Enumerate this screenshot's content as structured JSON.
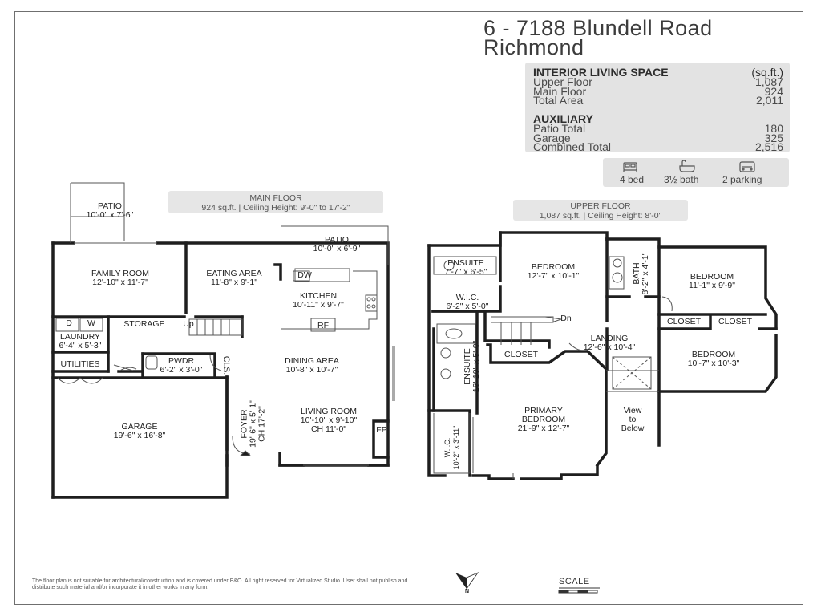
{
  "header": {
    "title_line1": "6 - 7188 Blundell Road",
    "title_line2": "Richmond"
  },
  "area_table": {
    "interior_heading": "INTERIOR LIVING SPACE",
    "unit": "(sq.ft.)",
    "interior_rows": [
      {
        "label": "Upper Floor",
        "value": "1,087"
      },
      {
        "label": "Main Floor",
        "value": "924"
      },
      {
        "label": "Total Area",
        "value": "2,011"
      }
    ],
    "auxiliary_heading": "AUXILIARY",
    "auxiliary_rows": [
      {
        "label": "Patio Total",
        "value": "180"
      },
      {
        "label": "Garage",
        "value": "325"
      },
      {
        "label": "Combined Total",
        "value": "2,516"
      }
    ]
  },
  "amenities": {
    "bed": "4 bed",
    "bath": "3½ bath",
    "parking": "2 parking",
    "bed_icon": "bed-icon",
    "bath_icon": "bathtub-icon",
    "parking_icon": "car-icon"
  },
  "main_floor": {
    "title": "MAIN FLOOR",
    "subtitle": "924 sq.ft. | Ceiling Height: 9'-0\" to 17'-2\"",
    "rooms": {
      "patio_left": {
        "name": "PATIO",
        "dims": "10'-0\" x 7'-6\""
      },
      "patio_right": {
        "name": "PATIO",
        "dims": "10'-0\" x 6'-9\""
      },
      "family_room": {
        "name": "FAMILY ROOM",
        "dims": "12'-10\" x 11'-7\""
      },
      "eating_area": {
        "name": "EATING AREA",
        "dims": "11'-8\" x 9'-1\""
      },
      "kitchen": {
        "name": "KITCHEN",
        "dims": "10'-11\" x 9'-7\""
      },
      "dw": "DW",
      "rf": "RF",
      "laundry": {
        "name": "LAUNDRY",
        "dims": "6'-4\" x 5'-3\""
      },
      "washer": "D",
      "dryer": "W",
      "storage": "STORAGE",
      "up": "Up",
      "utilities": "UTILITIES",
      "pwdr": {
        "name": "PWDR",
        "dims": "6'-2\" x 3'-0\""
      },
      "cls": "CLS.",
      "dining": {
        "name": "DINING AREA",
        "dims": "10'-8\" x 10'-7\""
      },
      "garage": {
        "name": "GARAGE",
        "dims": "19'-6\" x 16'-8\""
      },
      "foyer": {
        "name": "FOYER",
        "dims": "19'-6\" x 5'-1\"",
        "ceiling": "CH 17'-2\""
      },
      "living": {
        "name": "LIVING ROOM",
        "dims": "10'-10\" x 9'-10\"",
        "ceiling": "CH 11'-0\""
      },
      "fp": "FP"
    }
  },
  "upper_floor": {
    "title": "UPPER FLOOR",
    "subtitle": "1,087 sq.ft. | Ceiling Height: 8'-0\"",
    "rooms": {
      "ensuite_top": {
        "name": "ENSUITE",
        "dims": "7'-7\" x 6'-5\""
      },
      "bedroom_center": {
        "name": "BEDROOM",
        "dims": "12'-7\" x 10'-1\""
      },
      "bath": {
        "name": "BATH",
        "dims": "8'-2\" x 4'-1\""
      },
      "bedroom_right_top": {
        "name": "BEDROOM",
        "dims": "11'-1\" x 9'-9\""
      },
      "wic_top": {
        "name": "W.I.C.",
        "dims": "6'-2\" x 5'-0\""
      },
      "dn": "Dn",
      "closet_1": "CLOSET",
      "closet_2": "CLOSET",
      "landing": {
        "name": "LANDING",
        "dims": "12'-6\" x 10'-4\""
      },
      "closet_3": "CLOSET",
      "bedroom_right_bottom": {
        "name": "BEDROOM",
        "dims": "10'-7\" x 10'-3\""
      },
      "ensuite_side": {
        "name": "ENSUITE",
        "dims": "16'-10\" x 5'-0\""
      },
      "primary": {
        "name": "PRIMARY",
        "name2": "BEDROOM",
        "dims": "21'-9\" x 12'-7\""
      },
      "view": {
        "l1": "View",
        "l2": "to",
        "l3": "Below"
      },
      "wic_side": {
        "name": "W.I.C.",
        "dims": "10'-2\" x 3'-11\""
      }
    }
  },
  "footer": {
    "disclaimer": "The floor plan is not suitable for architectural/construction and is covered under E&O. All right reserved for Virtualized Studio. User shall not publish and distribute such material and/or incorporate it in other works in any form.",
    "north": "N",
    "north_icon": "north-arrow-icon",
    "scale": "SCALE"
  },
  "colors": {
    "wall": "#1e1e1e",
    "panel": "#e3e3e3",
    "text": "#333333"
  }
}
